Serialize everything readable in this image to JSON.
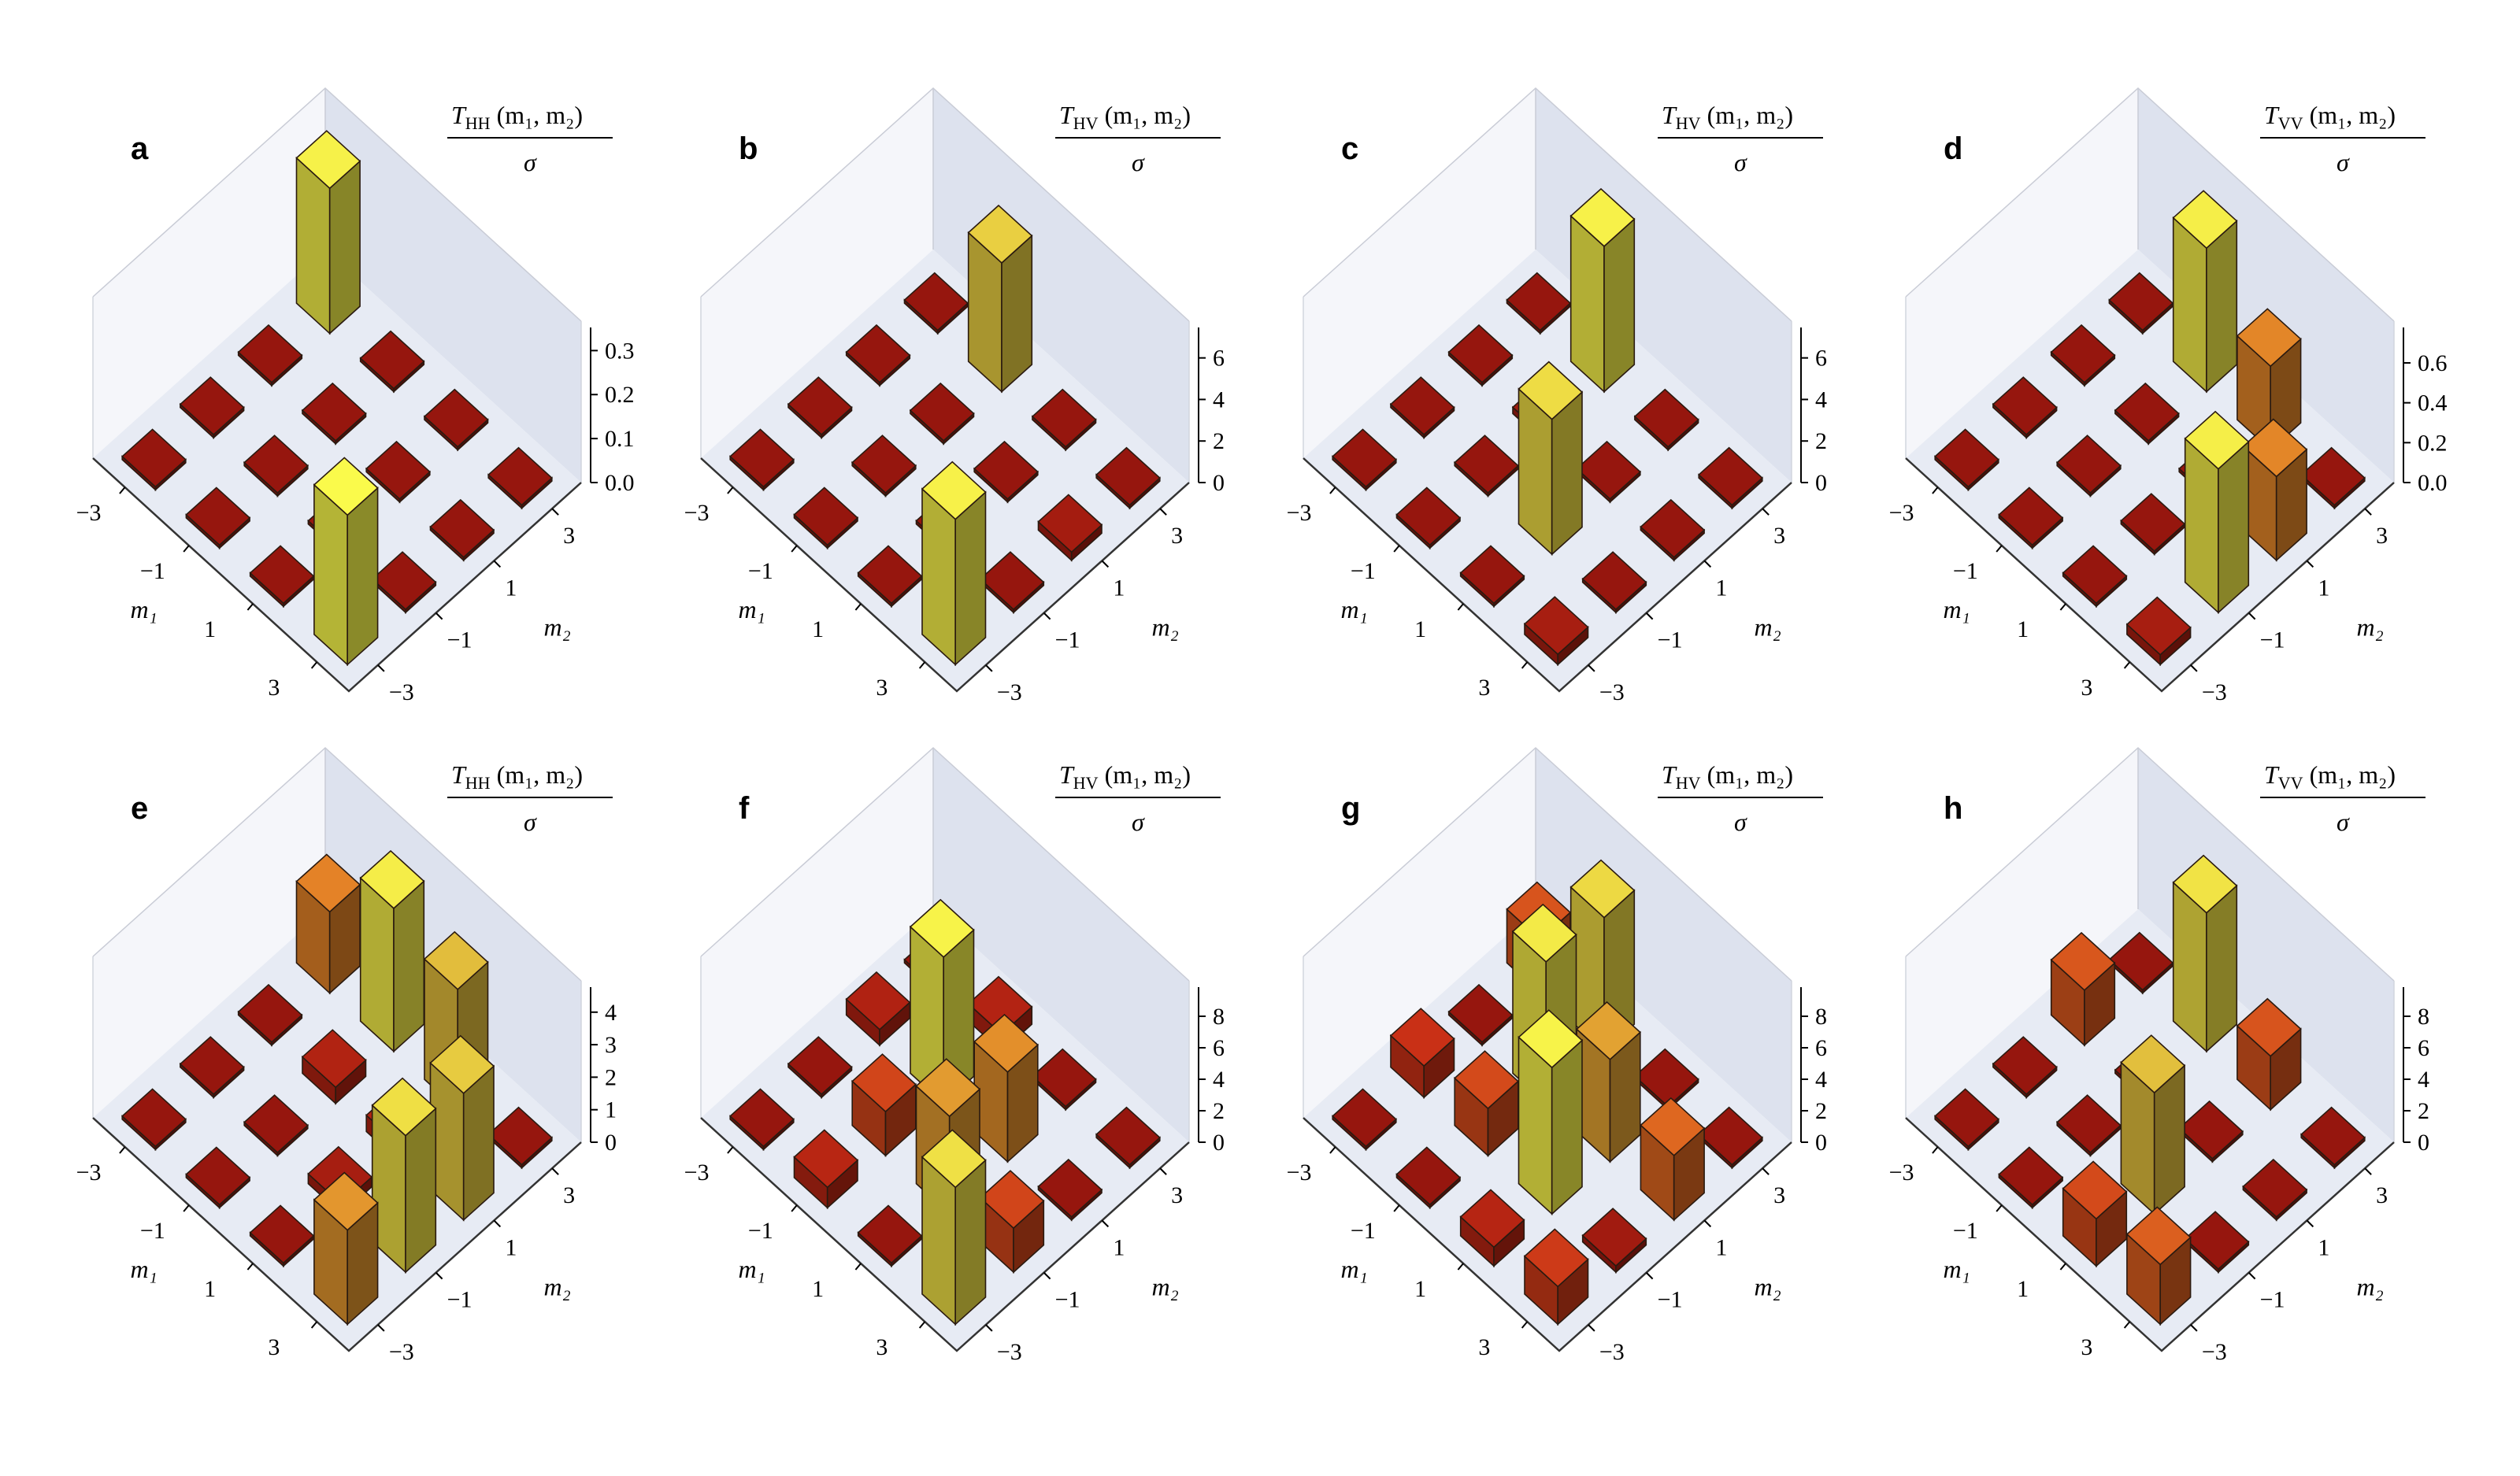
{
  "chart_data": [
    {
      "type": "bar3d",
      "panel": "a",
      "title": {
        "T": "T",
        "sub": "HH",
        "args": "(m₁, m₂)",
        "den": "σ"
      },
      "xlabel": "m₁",
      "ylabel": "m₂",
      "x": [
        -3,
        -1,
        1,
        3
      ],
      "y": [
        -3,
        -1,
        1,
        3
      ],
      "zticks": [
        "0.0",
        "0.1",
        "0.2",
        "0.3"
      ],
      "zlim": [
        0,
        0.34
      ],
      "values": [
        [
          0.0,
          0.0,
          0.0,
          0.33
        ],
        [
          0.0,
          0.0,
          0.0,
          0.0
        ],
        [
          0.0,
          0.0,
          0.0,
          0.0
        ],
        [
          0.34,
          0.0,
          0.0,
          0.0
        ]
      ]
    },
    {
      "type": "bar3d",
      "panel": "b",
      "title": {
        "T": "T",
        "sub": "HV",
        "args": "(m₁, m₂)",
        "den": "σ"
      },
      "xlabel": "m₁",
      "ylabel": "m₂",
      "x": [
        -3,
        -1,
        1,
        3
      ],
      "y": [
        -3,
        -1,
        1,
        3
      ],
      "zticks": [
        "0",
        "2",
        "4",
        "6"
      ],
      "zlim": [
        0,
        7.2
      ],
      "values": [
        [
          0.0,
          0.0,
          0.0,
          0.0
        ],
        [
          0.0,
          0.0,
          0.0,
          6.2
        ],
        [
          0.0,
          0.0,
          0.0,
          0.0
        ],
        [
          7.0,
          0.0,
          0.4,
          0.0
        ]
      ]
    },
    {
      "type": "bar3d",
      "panel": "c",
      "title": {
        "T": "T",
        "sub": "HV",
        "args": "(m₁, m₂)",
        "den": "σ"
      },
      "xlabel": "m₁",
      "ylabel": "m₂",
      "x": [
        -3,
        -1,
        1,
        3
      ],
      "y": [
        -3,
        -1,
        1,
        3
      ],
      "zticks": [
        "0",
        "2",
        "4",
        "6"
      ],
      "zlim": [
        0,
        7.2
      ],
      "values": [
        [
          0.0,
          0.0,
          0.0,
          0.0
        ],
        [
          0.0,
          0.0,
          0.3,
          7.0
        ],
        [
          0.0,
          6.5,
          0.0,
          0.0
        ],
        [
          0.5,
          0.0,
          0.0,
          0.0
        ]
      ]
    },
    {
      "type": "bar3d",
      "panel": "d",
      "title": {
        "T": "T",
        "sub": "VV",
        "args": "(m₁, m₂)",
        "den": "σ"
      },
      "xlabel": "m₁",
      "ylabel": "m₂",
      "x": [
        -3,
        -1,
        1,
        3
      ],
      "y": [
        -3,
        -1,
        1,
        3
      ],
      "zticks": [
        "0.0",
        "0.2",
        "0.4",
        "0.6"
      ],
      "zlim": [
        0,
        0.75
      ],
      "values": [
        [
          0.0,
          0.0,
          0.0,
          0.0
        ],
        [
          0.0,
          0.0,
          0.0,
          0.72
        ],
        [
          0.0,
          0.0,
          0.0,
          0.42
        ],
        [
          0.05,
          0.72,
          0.42,
          0.0
        ]
      ]
    },
    {
      "type": "bar3d",
      "panel": "e",
      "title": {
        "T": "T",
        "sub": "HH",
        "args": "(m₁, m₂)",
        "den": "σ"
      },
      "xlabel": "m₁",
      "ylabel": "m₂",
      "x": [
        -3,
        -1,
        1,
        3
      ],
      "y": [
        -3,
        -1,
        1,
        3
      ],
      "zticks": [
        "0",
        "1",
        "2",
        "3",
        "4"
      ],
      "zlim": [
        0,
        4.6
      ],
      "values": [
        [
          0.0,
          0.0,
          0.0,
          2.5
        ],
        [
          0.0,
          0.0,
          0.5,
          4.4
        ],
        [
          0.0,
          0.3,
          0.5,
          3.7
        ],
        [
          2.9,
          4.2,
          3.9,
          0.0
        ]
      ]
    },
    {
      "type": "bar3d",
      "panel": "f",
      "title": {
        "T": "T",
        "sub": "HV",
        "args": "(m₁, m₂)",
        "den": "σ"
      },
      "xlabel": "m₁",
      "ylabel": "m₂",
      "x": [
        -3,
        -1,
        1,
        3
      ],
      "y": [
        -3,
        -1,
        1,
        3
      ],
      "zticks": [
        "0",
        "2",
        "4",
        "6",
        "8"
      ],
      "zlim": [
        0,
        9.5
      ],
      "values": [
        [
          0.0,
          0.0,
          1.0,
          0.0
        ],
        [
          1.3,
          2.8,
          9.3,
          1.1
        ],
        [
          0.0,
          6.2,
          5.7,
          0.0
        ],
        [
          8.7,
          2.8,
          0.0,
          0.0
        ]
      ]
    },
    {
      "type": "bar3d",
      "panel": "g",
      "title": {
        "T": "T",
        "sub": "HV",
        "args": "(m₁, m₂)",
        "den": "σ"
      },
      "xlabel": "m₁",
      "ylabel": "m₂",
      "x": [
        -3,
        -1,
        1,
        3
      ],
      "y": [
        -3,
        -1,
        1,
        3
      ],
      "zticks": [
        "0",
        "2",
        "4",
        "6",
        "8"
      ],
      "zlim": [
        0,
        9.5
      ],
      "values": [
        [
          0.0,
          2.0,
          0.0,
          3.4
        ],
        [
          0.0,
          3.0,
          9.0,
          8.5
        ],
        [
          1.2,
          9.3,
          6.5,
          0.0
        ],
        [
          2.4,
          0.4,
          4.1,
          0.0
        ]
      ]
    },
    {
      "type": "bar3d",
      "panel": "h",
      "title": {
        "T": "T",
        "sub": "VV",
        "args": "(m₁, m₂)",
        "den": "σ"
      },
      "xlabel": "m₁",
      "ylabel": "m₂",
      "x": [
        -3,
        -1,
        1,
        3
      ],
      "y": [
        -3,
        -1,
        1,
        3
      ],
      "zticks": [
        "0",
        "2",
        "4",
        "6",
        "8"
      ],
      "zlim": [
        0,
        9.5
      ],
      "values": [
        [
          0.0,
          0.0,
          3.5,
          0.0
        ],
        [
          0.0,
          0.0,
          0.0,
          8.8
        ],
        [
          3.0,
          7.7,
          0.0,
          3.4
        ],
        [
          3.8,
          0.0,
          0.0,
          0.0
        ]
      ]
    }
  ]
}
